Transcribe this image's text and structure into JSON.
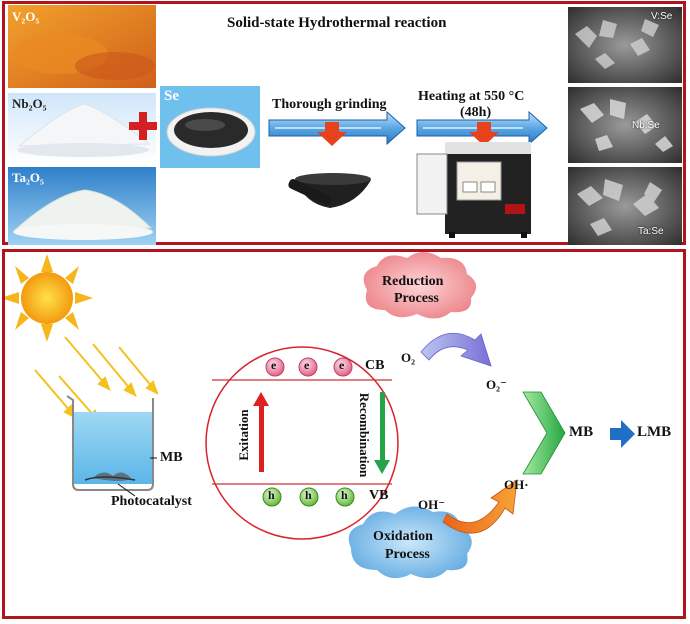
{
  "top": {
    "title": "Solid-state Hydrothermal reaction",
    "reagents": [
      "V₂O₅",
      "Nb₂O₅",
      "Ta₂O₅"
    ],
    "plus": "+",
    "se_label": "Se",
    "step1": "Thorough grinding",
    "step2_line1": "Heating at 550 °C",
    "step2_line2": "(48h)",
    "products": [
      "V:Se",
      "Nb:Se",
      "Ta:Se"
    ]
  },
  "bottom": {
    "mb_label": "MB",
    "photocatalyst_label": "Photocatalyst",
    "electron": "e",
    "hole": "h",
    "cb": "CB",
    "vb": "VB",
    "excitation": "Exitation",
    "recombination": "Recombination",
    "reduction_line1": "Reduction",
    "reduction_line2": "Process",
    "oxidation_line1": "Oxidation",
    "oxidation_line2": "Process",
    "o2": "O₂",
    "o2_radical": "O₂⁻",
    "oh_minus": "OH⁻",
    "oh_radical": "OH·",
    "mb_out": "MB",
    "lmb": "LMB"
  },
  "colors": {
    "frame": "#b0141e",
    "arrow_blue": "#3a8fd8",
    "cloud_pink": "#f4a6a8",
    "cloud_blue": "#7fc0e8",
    "electron_pink": "#f08aa4",
    "hole_green": "#8fd06a",
    "chevron_green": "#3fc25a",
    "sun": "#f7c41a"
  }
}
